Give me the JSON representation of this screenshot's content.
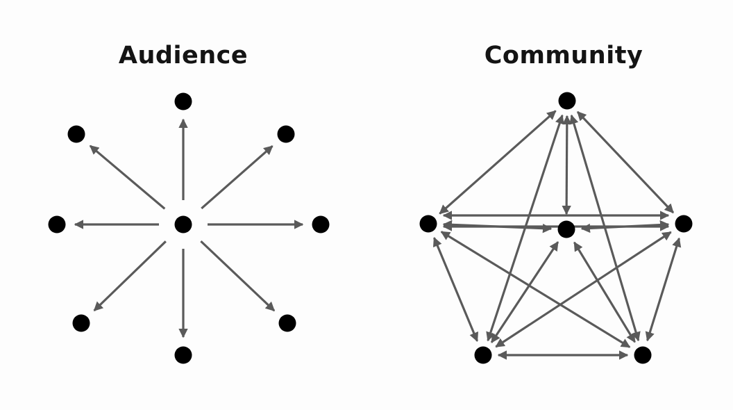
{
  "titles": {
    "audience": "Audience",
    "community": "Community"
  },
  "colors": {
    "background": "#fdfdfd",
    "node": "#000000",
    "arrow": "#5a5a5a",
    "title": "#141414"
  },
  "audience": {
    "center": "hub",
    "nodes": [
      "top",
      "top-right",
      "right",
      "bottom-right",
      "bottom",
      "bottom-left",
      "left",
      "top-left"
    ],
    "edges": [
      {
        "from": "hub",
        "to": "top",
        "direction": "outward"
      },
      {
        "from": "hub",
        "to": "top-right",
        "direction": "outward"
      },
      {
        "from": "hub",
        "to": "right",
        "direction": "outward"
      },
      {
        "from": "hub",
        "to": "bottom-right",
        "direction": "outward"
      },
      {
        "from": "hub",
        "to": "bottom",
        "direction": "outward"
      },
      {
        "from": "hub",
        "to": "bottom-left",
        "direction": "outward"
      },
      {
        "from": "hub",
        "to": "left",
        "direction": "outward"
      },
      {
        "from": "hub",
        "to": "top-left",
        "direction": "outward"
      }
    ]
  },
  "community": {
    "nodes": [
      "top",
      "left",
      "center",
      "right",
      "bottom-left",
      "bottom-right"
    ],
    "edges": [
      {
        "from": "top",
        "to": "left",
        "direction": "both"
      },
      {
        "from": "top",
        "to": "right",
        "direction": "both"
      },
      {
        "from": "top",
        "to": "center",
        "direction": "both"
      },
      {
        "from": "top",
        "to": "bottom-left",
        "direction": "both"
      },
      {
        "from": "top",
        "to": "bottom-right",
        "direction": "both"
      },
      {
        "from": "left",
        "to": "right",
        "direction": "both"
      },
      {
        "from": "left",
        "to": "center",
        "direction": "both"
      },
      {
        "from": "right",
        "to": "center",
        "direction": "both"
      },
      {
        "from": "left",
        "to": "bottom-left",
        "direction": "both"
      },
      {
        "from": "left",
        "to": "bottom-right",
        "direction": "both"
      },
      {
        "from": "right",
        "to": "bottom-left",
        "direction": "both"
      },
      {
        "from": "right",
        "to": "bottom-right",
        "direction": "both"
      },
      {
        "from": "center",
        "to": "bottom-left",
        "direction": "both"
      },
      {
        "from": "center",
        "to": "bottom-right",
        "direction": "both"
      },
      {
        "from": "bottom-left",
        "to": "bottom-right",
        "direction": "both"
      }
    ]
  }
}
